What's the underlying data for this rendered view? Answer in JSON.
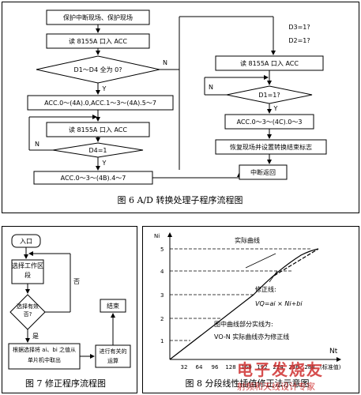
{
  "fig6": {
    "caption": "图 6 A/D 转换处理子程序流程图",
    "save_regs": "保护中断现场、保护现场",
    "read_acc_1": "读 8155A 口入 ACC",
    "check_zero": "D1～D4 全为 0?",
    "acc_calc_1": "ACC.0～(4A).0,ACC.1～3～(4A).5～7",
    "read_acc_2": "读 8155A 口入 ACC",
    "check_d4": "D4=1",
    "acc_calc_2": "ACC.0～3～(4B).4～7",
    "check_d3": "D3=1?",
    "check_d2": "D2=1?",
    "read_acc_3": "读 8155A 口入 ACC",
    "check_d1": "D1=1?",
    "acc_calc_3": "ACC.0～3～(4C).0～3",
    "restore": "恢复现场并设置转换结束标志",
    "return": "中断返回",
    "yes": "Y",
    "no": "N"
  },
  "fig7": {
    "caption": "图 7  修正程序流程图",
    "entry": "入口",
    "select_segment": "选择工作区段",
    "valid_check": "选择有效否?",
    "yes": "是",
    "no": "否",
    "lookup": "根据选择将 ai、bi 之值从单片机中取出",
    "compute": "进行有关的运算",
    "end": "结束"
  },
  "fig8": {
    "caption": "图 8  分段线性插值修正法示意图",
    "y_axis_label": "Ni",
    "x_axis_label": "Nt",
    "x_axis_unit": "(标准值)",
    "y_ticks": [
      "1",
      "2",
      "3",
      "4",
      "5"
    ],
    "x_ticks": [
      "32",
      "64",
      "96",
      "128",
      "160",
      "192",
      "224",
      "256",
      "288"
    ],
    "actual_curve_label": "实际曲线",
    "corrected_line_label": "修正线:",
    "formula": "VQ=ai × Ni+bi",
    "note_line1": "图中曲线部分实线为:",
    "note_line2": "VO-N 实际曲线亦为修正线",
    "colors": {
      "axis": "#000000",
      "watermark": "#cc2222"
    }
  },
  "watermark": {
    "top": "电子发烧友",
    "bottom": "射频和天线设计专家"
  }
}
